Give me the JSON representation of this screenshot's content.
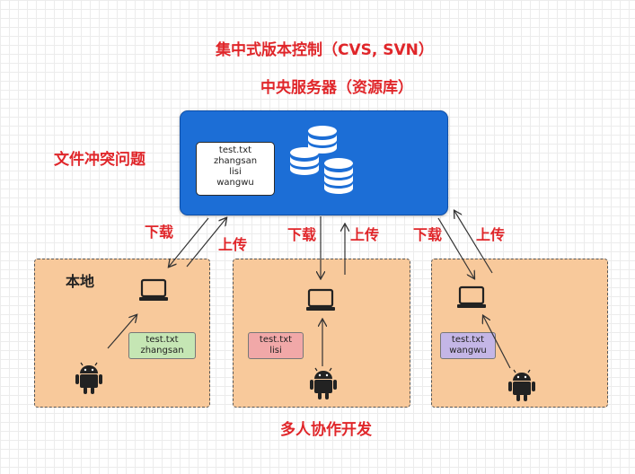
{
  "titles": {
    "main": "集中式版本控制（CVS, SVN）",
    "server": "中央服务器（资源库）",
    "conflict": "文件冲突问题",
    "bottom": "多人协作开发"
  },
  "server_note": {
    "file": "test.txt",
    "lines": [
      "zhangsan",
      "lisi",
      "wangwu"
    ]
  },
  "arrow_labels": {
    "download": "下载",
    "upload": "上传"
  },
  "local_label": "本地",
  "clients": [
    {
      "file": "test.txt",
      "user": "zhangsan",
      "color": "#c5e6b4"
    },
    {
      "file": "test.txt",
      "user": "lisi",
      "color": "#f1a8a8"
    },
    {
      "file": "test.txt",
      "user": "wangwu",
      "color": "#c4b6e6"
    }
  ],
  "colors": {
    "title_red": "#e0262a",
    "server_blue": "#1c6ed6",
    "zone_orange": "#f8c99b"
  },
  "icons": [
    "database-icon",
    "laptop-icon",
    "android-icon"
  ]
}
